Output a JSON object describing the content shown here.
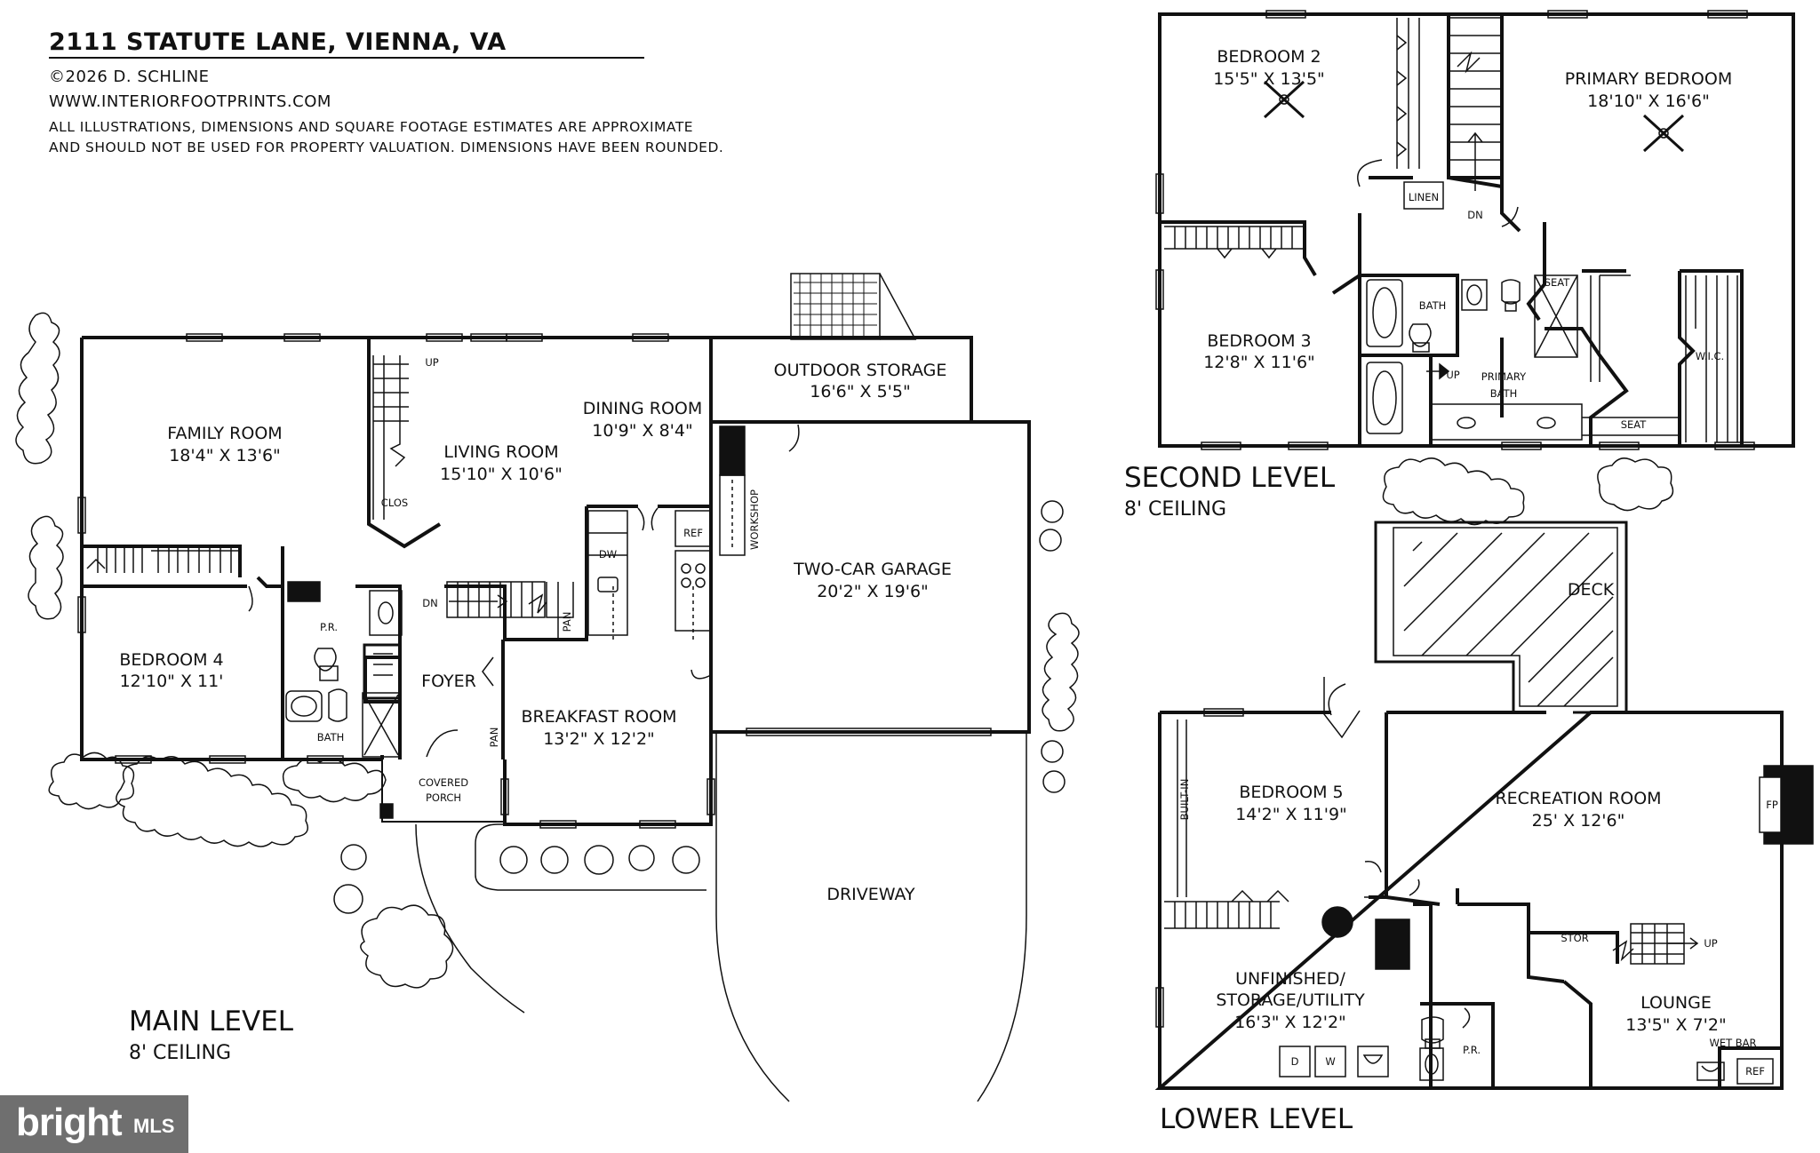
{
  "header": {
    "title": "2111 STATUTE LANE, VIENNA, VA",
    "copyright": "©2026 D. SCHLINE",
    "website": "WWW.INTERIORFOOTPRINTS.COM",
    "disclaimer_line1": "ALL ILLUSTRATIONS, DIMENSIONS AND SQUARE FOOTAGE ESTIMATES ARE APPROXIMATE",
    "disclaimer_line2": "AND  SHOULD NOT BE USED FOR PROPERTY VALUATION. DIMENSIONS HAVE BEEN ROUNDED."
  },
  "main_level": {
    "label": "MAIN LEVEL",
    "ceiling": "8' CEILING",
    "rooms": {
      "family_room": {
        "name": "FAMILY ROOM",
        "dims": "18'4\" X 13'6\""
      },
      "living_room": {
        "name": "LIVING ROOM",
        "dims": "15'10\" X 10'6\""
      },
      "dining_room": {
        "name": "DINING ROOM",
        "dims": "10'9\" X 8'4\""
      },
      "outdoor_storage": {
        "name": "OUTDOOR STORAGE",
        "dims": "16'6\" X 5'5\""
      },
      "garage": {
        "name": "TWO-CAR GARAGE",
        "dims": "20'2\" X 19'6\""
      },
      "bedroom4": {
        "name": "BEDROOM 4",
        "dims": "12'10\" X 11'"
      },
      "breakfast_room": {
        "name": "BREAKFAST ROOM",
        "dims": "13'2\" X 12'2\""
      }
    },
    "labels": {
      "foyer": "FOYER",
      "pr": "P.R.",
      "bath": "BATH",
      "clos": "CLOS",
      "up": "UP",
      "dn": "DN",
      "pan1": "PAN",
      "pan2": "PAN",
      "dw": "DW",
      "ref": "REF",
      "workshop": "WORKSHOP",
      "covered": "COVERED",
      "porch": "PORCH",
      "driveway": "DRIVEWAY"
    }
  },
  "second_level": {
    "label": "SECOND LEVEL",
    "ceiling": "8' CEILING",
    "rooms": {
      "bedroom2": {
        "name": "BEDROOM 2",
        "dims": "15'5\" X 13'5\""
      },
      "primary_bedroom": {
        "name": "PRIMARY BEDROOM",
        "dims": "18'10\" X 16'6\""
      },
      "bedroom3": {
        "name": "BEDROOM 3",
        "dims": "12'8\" X 11'6\""
      }
    },
    "labels": {
      "linen": "LINEN",
      "dn": "DN",
      "bath": "BATH",
      "up": "UP",
      "primary": "PRIMARY",
      "primary_bath": "BATH",
      "seat1": "SEAT",
      "seat2": "SEAT",
      "wic": "W.I.C."
    }
  },
  "lower_level": {
    "label": "LOWER LEVEL",
    "rooms": {
      "bedroom5": {
        "name": "BEDROOM 5",
        "dims": "14'2\" X 11'9\""
      },
      "recreation_room": {
        "name": "RECREATION ROOM",
        "dims": "25' X 12'6\""
      },
      "lounge": {
        "name": "LOUNGE",
        "dims": "13'5\" X 7'2\""
      }
    },
    "labels": {
      "deck": "DECK",
      "built_in": "BUILT-IN",
      "fp": "FP",
      "stor": "STOR",
      "up": "UP",
      "unfinished1": "UNFINISHED/",
      "unfinished2": "STORAGE/UTILITY",
      "unfinished_dims": "16'3\" X 12'2\"",
      "pr": "P.R.",
      "d": "D",
      "w": "W",
      "wet_bar": "WET BAR",
      "ref": "REF"
    }
  },
  "logo": {
    "brand": "bright",
    "suffix": "MLS"
  }
}
